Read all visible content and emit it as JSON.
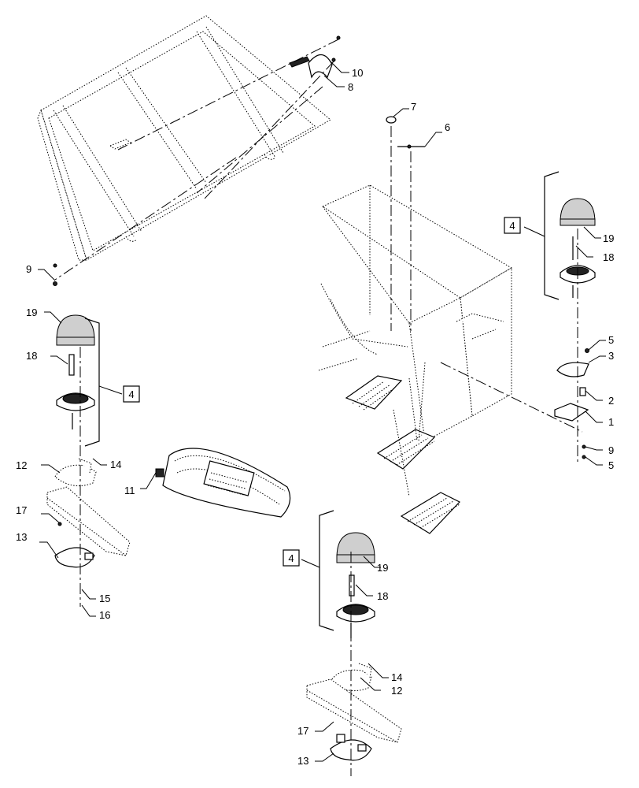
{
  "callouts": {
    "c1": "1",
    "c2": "2",
    "c3": "3",
    "c4a": "4",
    "c4b": "4",
    "c4c": "4",
    "c5a": "5",
    "c5b": "5",
    "c6": "6",
    "c7": "7",
    "c8": "8",
    "c9a": "9",
    "c9b": "9",
    "c10": "10",
    "c11": "11",
    "c12a": "12",
    "c12b": "12",
    "c13a": "13",
    "c13b": "13",
    "c14a": "14",
    "c14b": "14",
    "c15": "15",
    "c16": "16",
    "c17a": "17",
    "c17b": "17",
    "c18a": "18",
    "c18b": "18",
    "c18c": "18",
    "c19a": "19",
    "c19b": "19",
    "c19c": "19"
  }
}
